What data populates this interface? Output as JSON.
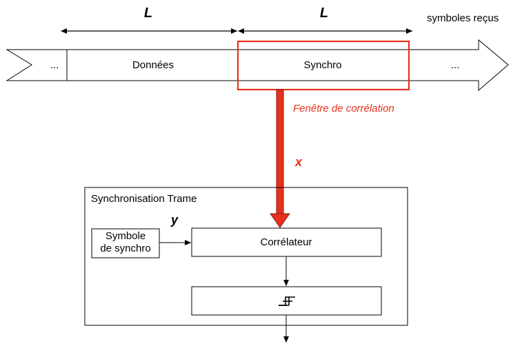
{
  "timeline": {
    "length_label_left": "L",
    "length_label_right": "L",
    "received_symbols_label": "symboles reçus",
    "ellipsis_left": "...",
    "data_segment_label": "Données",
    "synchro_segment_label": "Synchro",
    "ellipsis_right": "..."
  },
  "correlation": {
    "window_label": "Fenêtre de corrélation",
    "input_label": "x"
  },
  "sync_block": {
    "title": "Synchronisation Trame",
    "reference_input_label": "y",
    "reference_symbol_line1": "Symbole",
    "reference_symbol_line2": "de synchro",
    "correlator_label": "Corrélateur",
    "threshold_icon": "threshold-detector-icon"
  },
  "colors": {
    "highlight": "#e8301c",
    "stroke": "#000000"
  }
}
